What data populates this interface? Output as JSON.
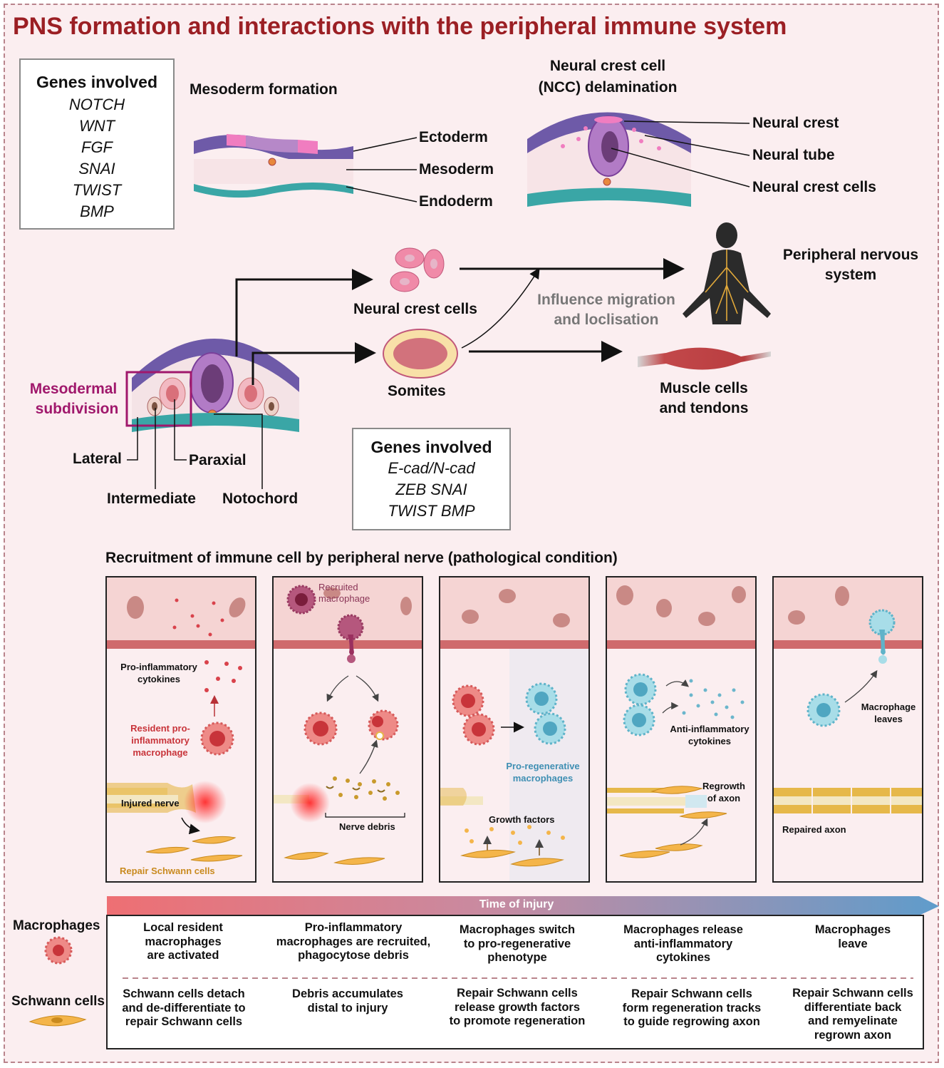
{
  "title": "PNS formation and interactions with the peripheral immune system",
  "genes_box_1": {
    "heading": "Genes involved",
    "genes": [
      "NOTCH",
      "WNT",
      "FGF",
      "SNAI",
      "TWIST",
      "BMP"
    ]
  },
  "mesoderm_formation": {
    "title": "Mesoderm formation",
    "labels": [
      "Ectoderm",
      "Mesoderm",
      "Endoderm"
    ]
  },
  "ncc_delamination": {
    "title_line1": "Neural crest cell",
    "title_line2": "(NCC) delamination",
    "labels": [
      "Neural crest",
      "Neural tube",
      "Neural crest cells"
    ]
  },
  "development": {
    "mesodermal_subdivision_line1": "Mesodermal",
    "mesodermal_subdivision_line2": "subdivision",
    "lateral": "Lateral",
    "intermediate": "Intermediate",
    "paraxial": "Paraxial",
    "notochord": "Notochord",
    "neural_crest_cells": "Neural crest cells",
    "somites": "Somites",
    "influence_line1": "Influence migration",
    "influence_line2": "and loclisation",
    "pns_line1": "Peripheral nervous",
    "pns_line2": "system",
    "muscle_line1": "Muscle cells",
    "muscle_line2": "and tendons"
  },
  "genes_box_2": {
    "heading": "Genes involved",
    "lines": [
      "E-cad/N-cad",
      "ZEB  SNAI",
      "TWIST  BMP"
    ]
  },
  "recruitment_title": "Recruitment of immune cell by peripheral nerve (pathological condition)",
  "panels": {
    "p1": {
      "cytokines_line1": "Pro-inflammatory",
      "cytokines_line2": "cytokines",
      "resident_line1": "Resident pro-",
      "resident_line2": "inflammatory",
      "resident_line3": "macrophage",
      "injured": "Injured nerve",
      "repair": "Repair Schwann cells"
    },
    "p2": {
      "recruited_line1": "Recruited",
      "recruited_line2": "macrophage",
      "debris": "Nerve debris"
    },
    "p3": {
      "proregen_line1": "Pro-regenerative",
      "proregen_line2": "macrophages",
      "growth": "Growth factors"
    },
    "p4": {
      "anti_line1": "Anti-inflammatory",
      "anti_line2": "cytokines",
      "regrowth_line1": "Regrowth",
      "regrowth_line2": "of axon"
    },
    "p5": {
      "leaves_line1": "Macrophage",
      "leaves_line2": "leaves",
      "repaired": "Repaired axon"
    }
  },
  "timeline": {
    "arrow_label": "Time of injury",
    "macrophages_label": "Macrophages",
    "schwann_label": "Schwann cells",
    "macrophage_steps": [
      [
        "Local resident",
        "macrophages",
        "are activated"
      ],
      [
        "Pro-inflammatory",
        "macrophages are recruited,",
        "phagocytose debris"
      ],
      [
        "Macrophages switch",
        "to pro-regenerative",
        "phenotype"
      ],
      [
        "Macrophages release",
        "anti-inflammatory",
        "cytokines"
      ],
      [
        "Macrophages",
        "leave"
      ]
    ],
    "schwann_steps": [
      [
        "Schwann cells detach",
        "and de-differentiate to",
        "repair Schwann cells"
      ],
      [
        "Debris accumulates",
        "distal to injury"
      ],
      [
        "Repair Schwann cells",
        "release growth factors",
        "to promote regeneration"
      ],
      [
        "Repair Schwann cells",
        "form regeneration tracks",
        "to guide regrowing axon"
      ],
      [
        "Repair Schwann cells",
        "differentiate back",
        "and remyelinate",
        "regrown axon"
      ]
    ]
  },
  "colors": {
    "title": "#9b1f24",
    "subdivision": "#a0186c",
    "influence": "#777777",
    "proregen": "#3f8fb3",
    "repair_schwann": "#c98a1e",
    "resident": "#c8343a",
    "background": "#fbeef0"
  }
}
